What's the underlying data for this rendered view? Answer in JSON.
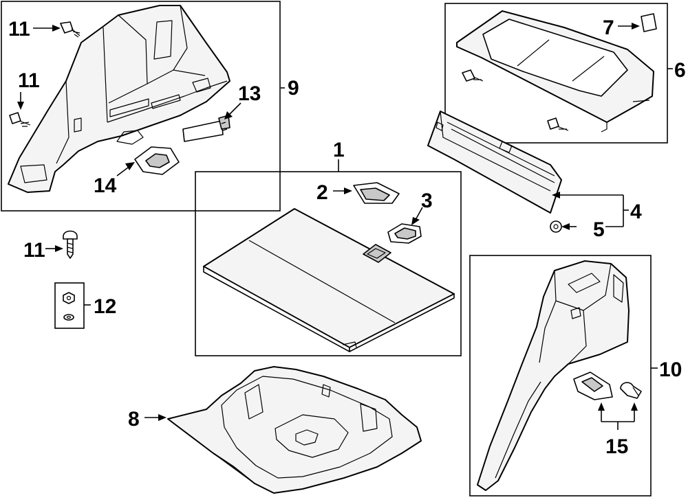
{
  "callouts": {
    "c1": "1",
    "c2": "2",
    "c3": "3",
    "c4": "4",
    "c5": "5",
    "c6": "6",
    "c7": "7",
    "c8": "8",
    "c9": "9",
    "c10": "10",
    "c11a": "11",
    "c11b": "11",
    "c11c": "11",
    "c12": "12",
    "c13": "13",
    "c14": "14",
    "c15": "15"
  }
}
